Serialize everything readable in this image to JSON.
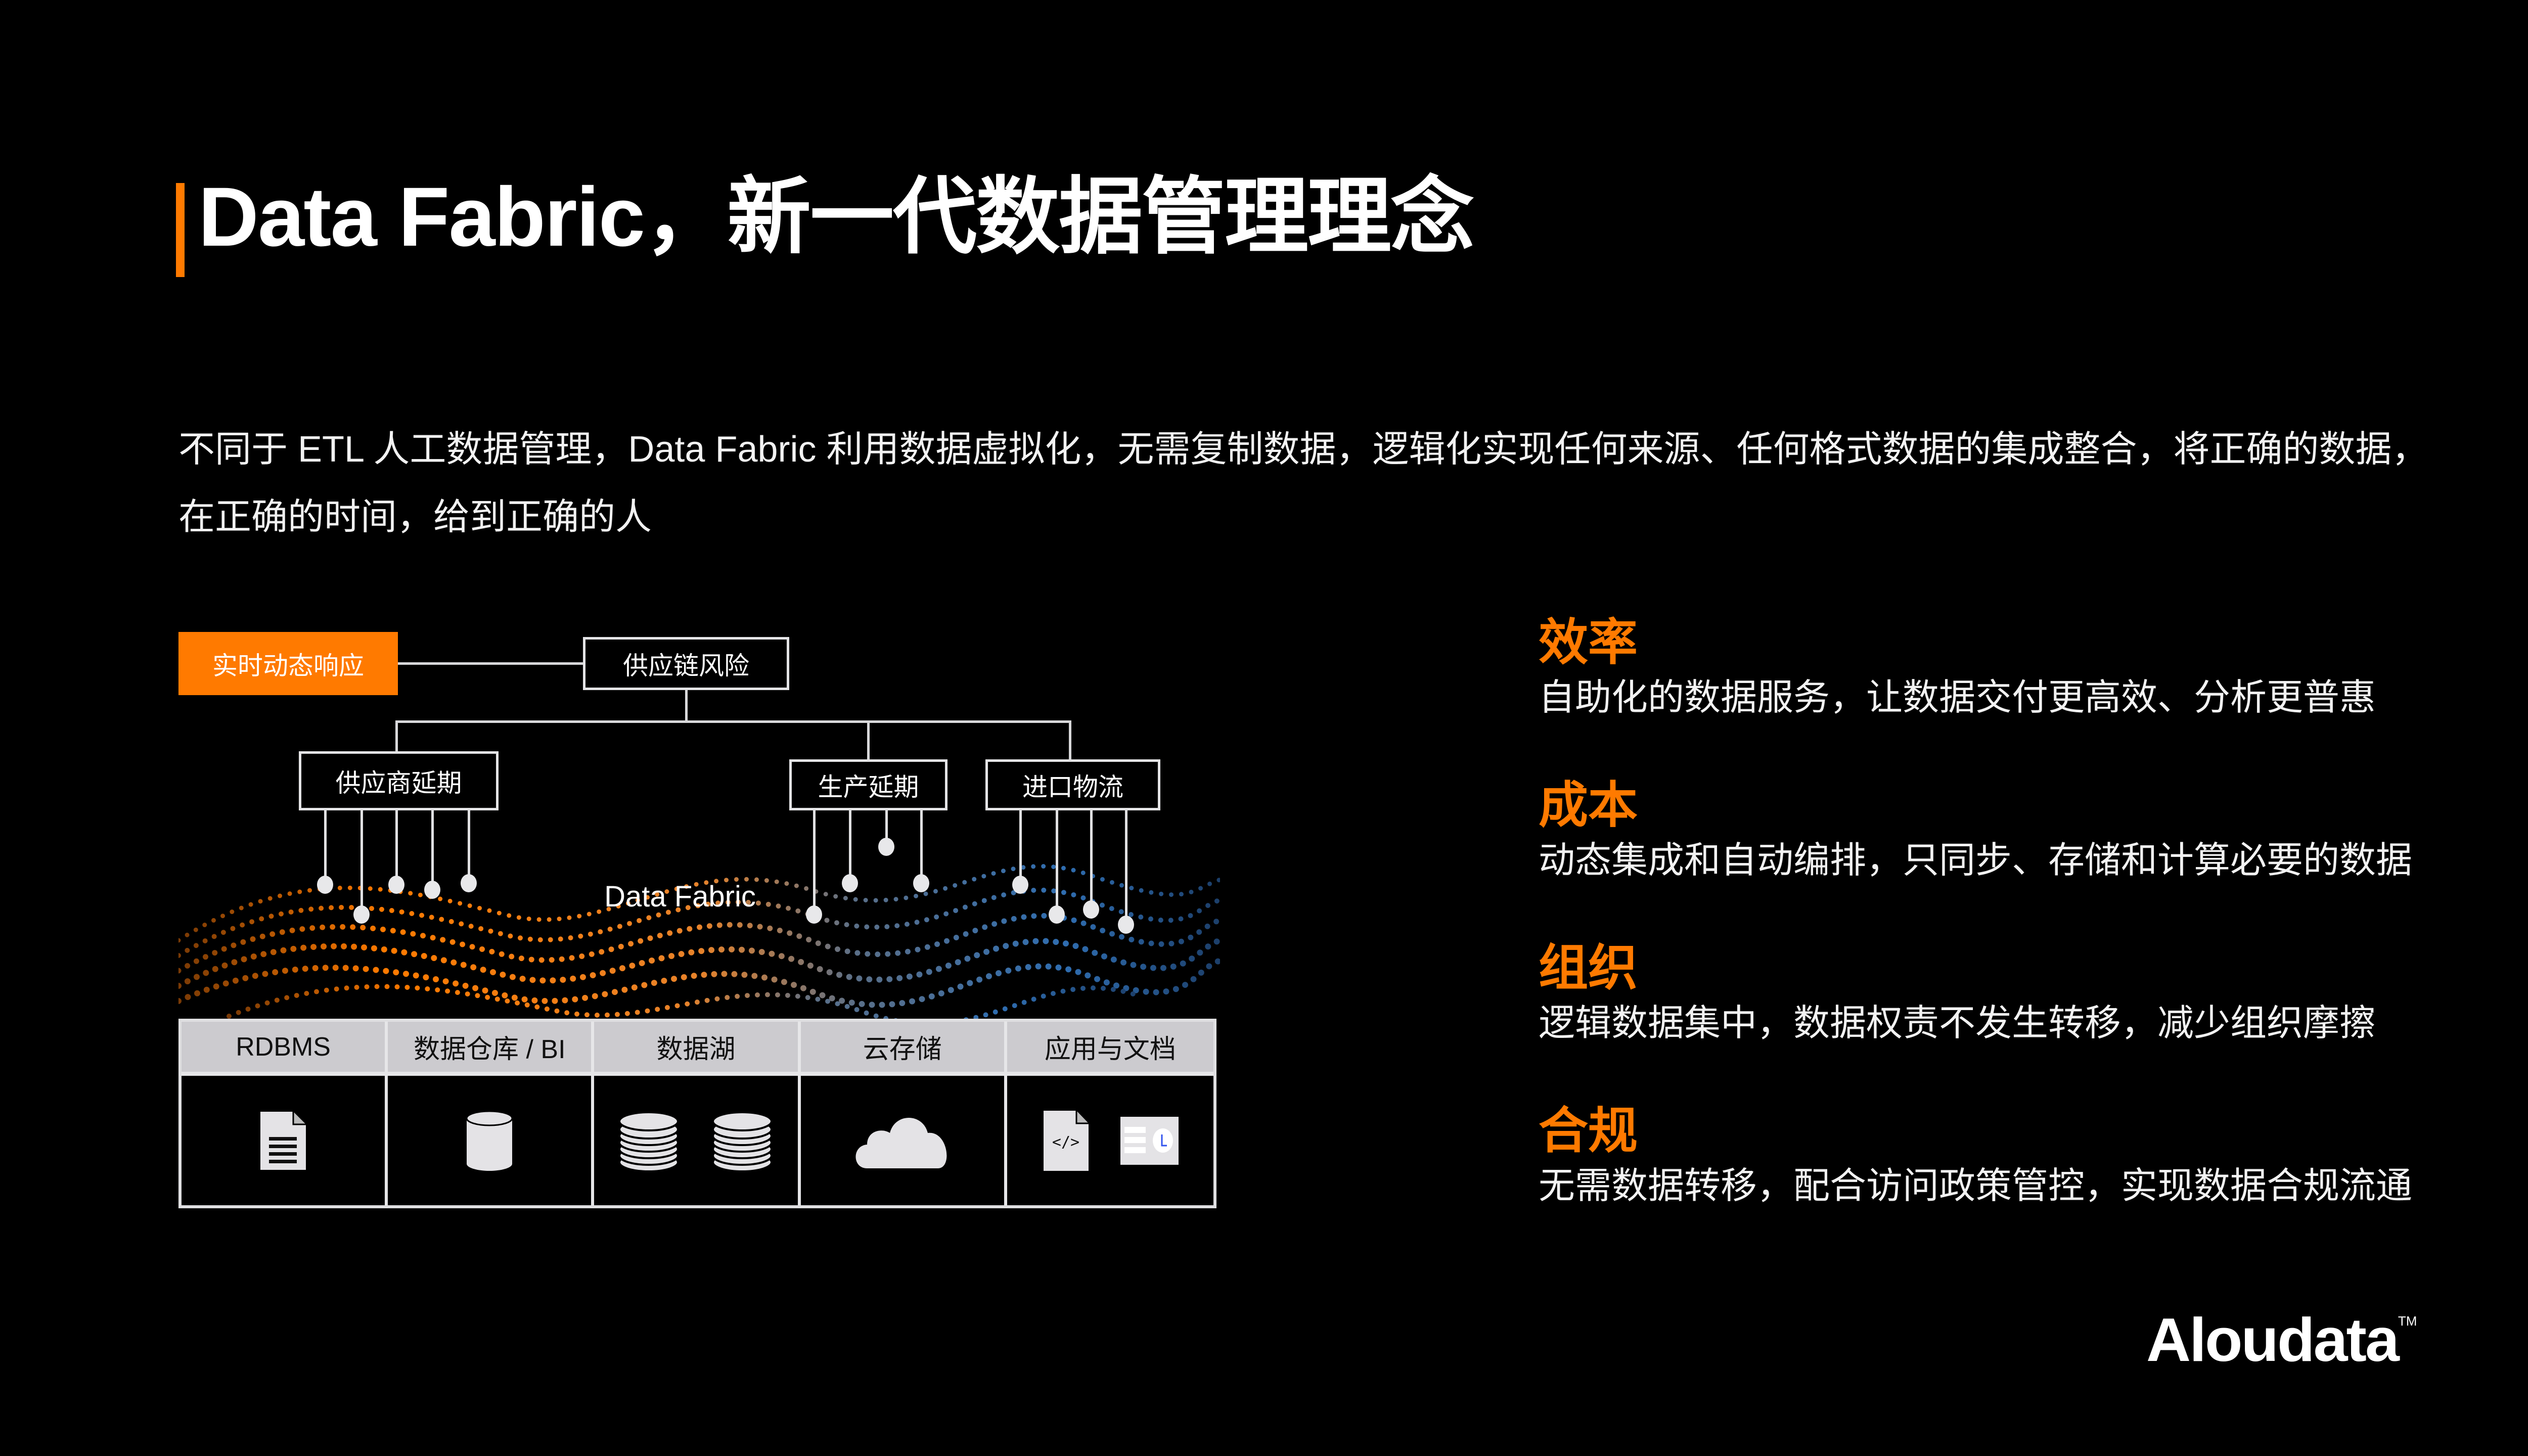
{
  "title": "Data Fabric，新一代数据管理理念",
  "intro": "不同于 ETL 人工数据管理，Data Fabric 利用数据虚拟化，无需复制数据，逻辑化实现任何来源、任何格式数据的集成整合，将正确的数据，在正确的时间，给到正确的人",
  "diagram": {
    "highlight": "实时动态响应",
    "root": "供应链风险",
    "children": [
      "供应商延期",
      "生产延期",
      "进口物流"
    ],
    "fabric_label": "Data Fabric",
    "sources": [
      {
        "label": "RDBMS",
        "icon": "document-icon"
      },
      {
        "label": "数据仓库 / BI",
        "icon": "database-cylinder-icon"
      },
      {
        "label": "数据湖",
        "icon": "database-stack-icon"
      },
      {
        "label": "云存储",
        "icon": "cloud-icon"
      },
      {
        "label": "应用与文档",
        "icon": "code-file-icon"
      }
    ]
  },
  "features": [
    {
      "title": "效率",
      "desc": "自助化的数据服务，让数据交付更高效、分析更普惠"
    },
    {
      "title": "成本",
      "desc": "动态集成和自动编排，只同步、存储和计算必要的数据"
    },
    {
      "title": "组织",
      "desc": "逻辑数据集中，数据权责不发生转移，减少组织摩擦"
    },
    {
      "title": "合规",
      "desc": "无需数据转移，配合访问政策管控，实现数据合规流通"
    }
  ],
  "logo": {
    "name": "Aloudata",
    "tm": "TM"
  },
  "colors": {
    "accent": "#ff7a00",
    "blue": "#3a78b8",
    "header_gray": "#cccbcf"
  }
}
